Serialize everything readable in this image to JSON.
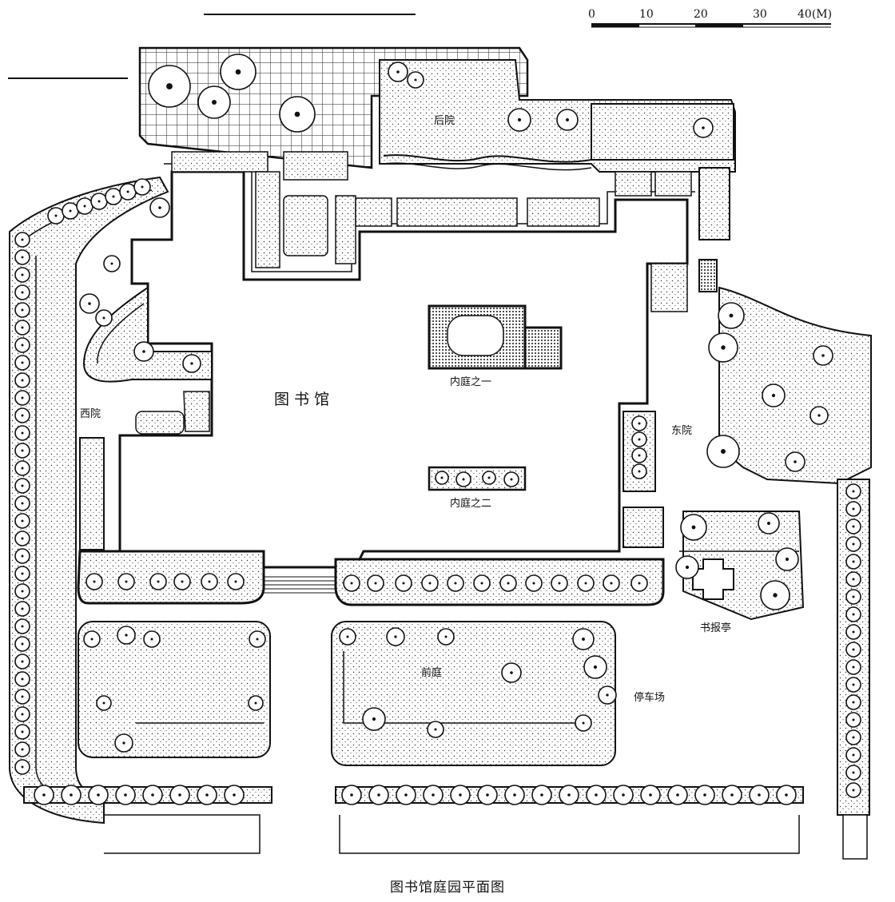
{
  "scale": {
    "ticks": [
      "0",
      "10",
      "20",
      "30",
      "40(M)"
    ]
  },
  "labels": {
    "library": "图  书  馆",
    "back_yard": "后院",
    "west_yard": "西院",
    "east_yard": "东院",
    "inner_court_1": "内庭之一",
    "inner_court_2": "内庭之二",
    "front_court": "前庭",
    "newspaper_pavilion": "书报亭",
    "parking": "停车场"
  },
  "caption": "图书馆庭园平面图",
  "colors": {
    "ink": "#111111",
    "paper": "#ffffff",
    "planting_fill": "#eeeeee",
    "paving_fill": "#f7f7f7"
  },
  "icons": [
    "tree-symbol",
    "shrub-symbol",
    "palm-symbol",
    "paving-grid"
  ]
}
